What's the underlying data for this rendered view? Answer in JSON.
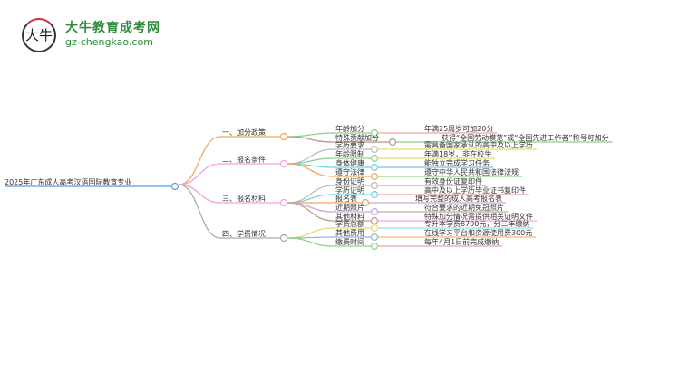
{
  "logo": {
    "mark": "大牛",
    "name": "大牛教育成考网",
    "url": "gz-chengkao.com"
  },
  "root": {
    "label": "2025年广东成人高考汉语国际教育专业",
    "color": "#5b9bd5"
  },
  "branches": [
    {
      "label": "一、加分政策",
      "color": "#f5a65b",
      "children": [
        {
          "label": "年龄加分",
          "value": "年满25周岁可加20分",
          "color": "#8fd18b",
          "line": "#f0a0a0"
        },
        {
          "label": "特殊贡献加分",
          "value": "获得“全国劳动模范”或“全国先进工作者”称号可加分",
          "color": "#b8958a",
          "line": "#8fd18b"
        }
      ]
    },
    {
      "label": "二、报名条件",
      "color": "#f2a3dd",
      "children": [
        {
          "label": "学历要求",
          "value": "需具备国家承认的高中及以上学历",
          "color": "#bbbbbb",
          "line": "#e6dc6e"
        },
        {
          "label": "年龄限制",
          "value": "年满18岁，非在校生",
          "color": "#8fd18b",
          "line": "#e6dc6e"
        },
        {
          "label": "身体健康",
          "value": "能独立完成学习任务",
          "color": "#6fd3e0",
          "line": "#8db8e0"
        },
        {
          "label": "遵守法律",
          "value": "遵守中华人民共和国法律法规",
          "color": "#f5a65b",
          "line": "#8fd18b"
        }
      ]
    },
    {
      "label": "三、报名材料",
      "color": "#f2a3dd",
      "children": [
        {
          "label": "身份证明",
          "value": "有效身份证复印件",
          "color": "#bbbbbb",
          "line": "#8db8e0"
        },
        {
          "label": "学历证明",
          "value": "高中及以上学历毕业证书复印件",
          "color": "#6fd3e0",
          "line": "#f0a0a0"
        },
        {
          "label": "报名表",
          "value": "填写完整的成人高考报名表",
          "color": "#f5a65b",
          "line": "#c9a6e6"
        },
        {
          "label": "近期照片",
          "value": "符合要求的近期免冠照片",
          "color": "#c9a6e6",
          "line": "#c9a0a0"
        },
        {
          "label": "其他材料",
          "value": "特殊加分情况需提供相关证明文件",
          "color": "#c0a090",
          "line": "#f2a3dd"
        }
      ]
    },
    {
      "label": "四、学费情况",
      "color": "#aaaaaa",
      "children": [
        {
          "label": "学费总额",
          "value": "专升本学费8700元，分三年缴纳",
          "color": "#e6dc6e",
          "line": "#9ee0e8"
        },
        {
          "label": "其他费用",
          "value": "在线学习平台和资源使用费300元",
          "color": "#8db8e0",
          "line": "#f5b87a"
        },
        {
          "label": "缴费时间",
          "value": "每年4月1日前完成缴纳",
          "color": "#8fd18b",
          "line": "#f0a0a0"
        }
      ]
    }
  ]
}
